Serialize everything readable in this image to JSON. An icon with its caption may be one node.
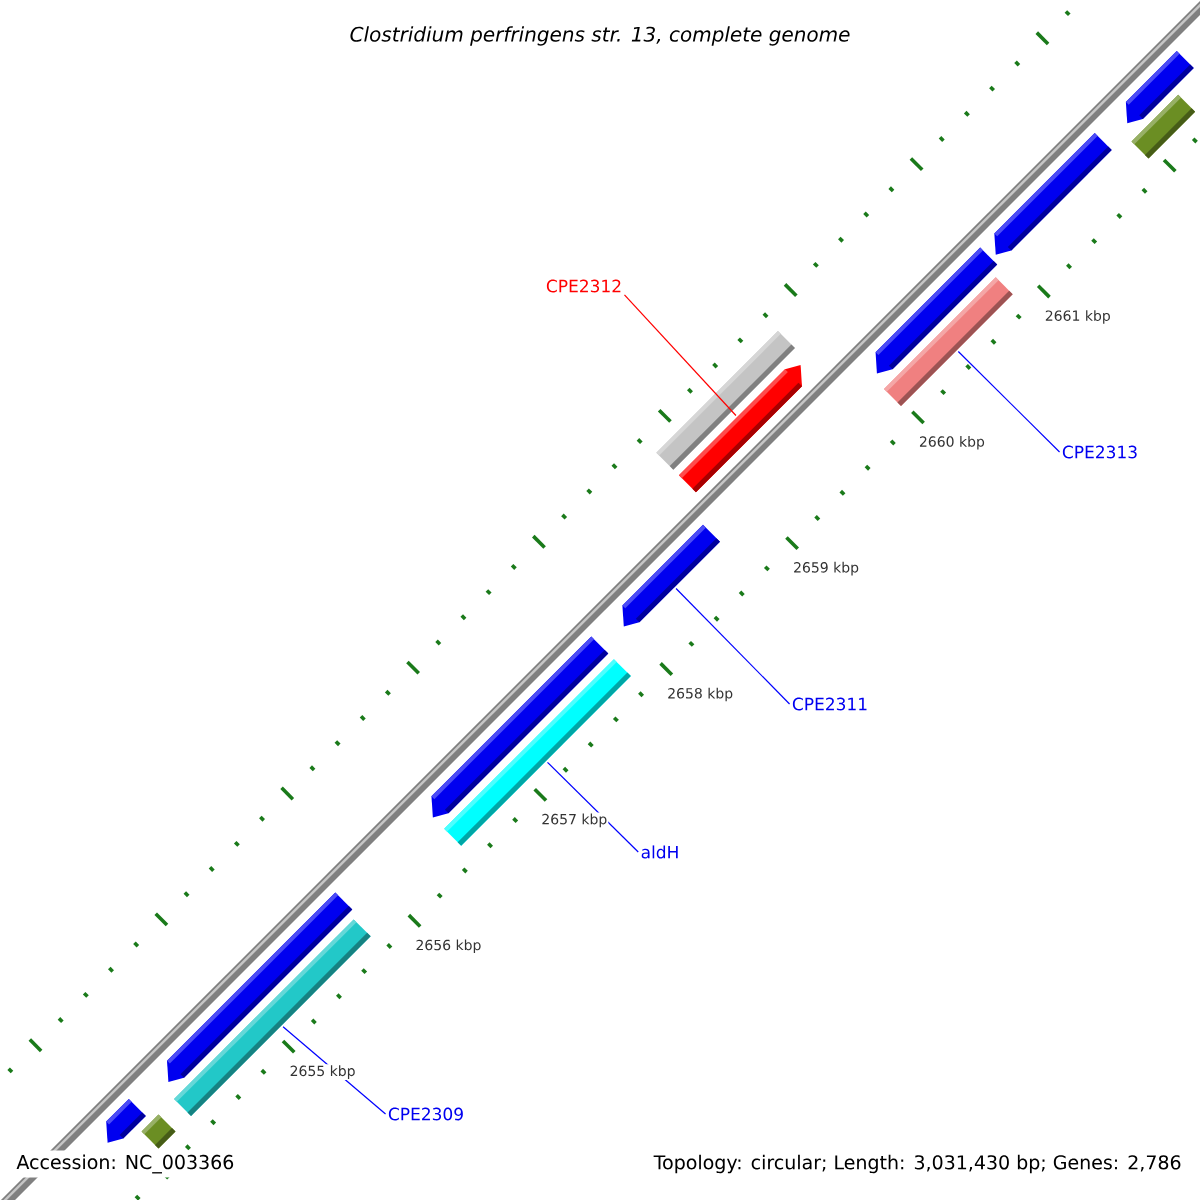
{
  "diagram": {
    "title": "Clostridium perfringens str. 13, complete genome",
    "nodes": [
      {
        "text": [
          "CPE2312"
        ]
      },
      {
        "text": [],
        "shape": "arrow"
      },
      {
        "text": [
          "CPE2313"
        ]
      },
      {
        "text": [],
        "shape": "bar"
      },
      {
        "text": [
          "CPE2311"
        ]
      },
      {
        "text": [],
        "shape": "arrow"
      },
      {
        "text": [
          "aldH"
        ]
      },
      {
        "text": [],
        "shape": "bar"
      },
      {
        "text": [
          "CPE2309"
        ]
      },
      {
        "text": [],
        "shape": "bar"
      },
      {
        "text": [],
        "shape": "bar"
      },
      {
        "text": [],
        "shape": "arrow"
      },
      {
        "text": [],
        "shape": "arrow"
      },
      {
        "text": [],
        "shape": "arrow"
      },
      {
        "text": [],
        "shape": "bar"
      },
      {
        "text": [],
        "shape": "arrow"
      },
      {
        "text": [],
        "shape": "arrow"
      },
      {
        "text": [],
        "shape": "bar"
      },
      {
        "text": [],
        "shape": "arrow"
      }
    ],
    "edges": [
      {
        "from": 0,
        "to": 1,
        "arrow": "none",
        "color": "#ff0000"
      },
      {
        "from": 2,
        "to": 3,
        "arrow": "none"
      },
      {
        "from": 4,
        "to": 5,
        "arrow": "none"
      },
      {
        "from": 6,
        "to": 7,
        "arrow": "none"
      },
      {
        "from": 8,
        "to": 9,
        "arrow": "none"
      }
    ],
    "labels": [
      "2661 kbp",
      "2660 kbp",
      "2659 kbp",
      "2658 kbp",
      "2657 kbp",
      "2656 kbp",
      "2655 kbp",
      "Accession: NC_003366",
      "Topology: circular; Length: 3,031,430 bp; Genes: 2,786"
    ]
  }
}
